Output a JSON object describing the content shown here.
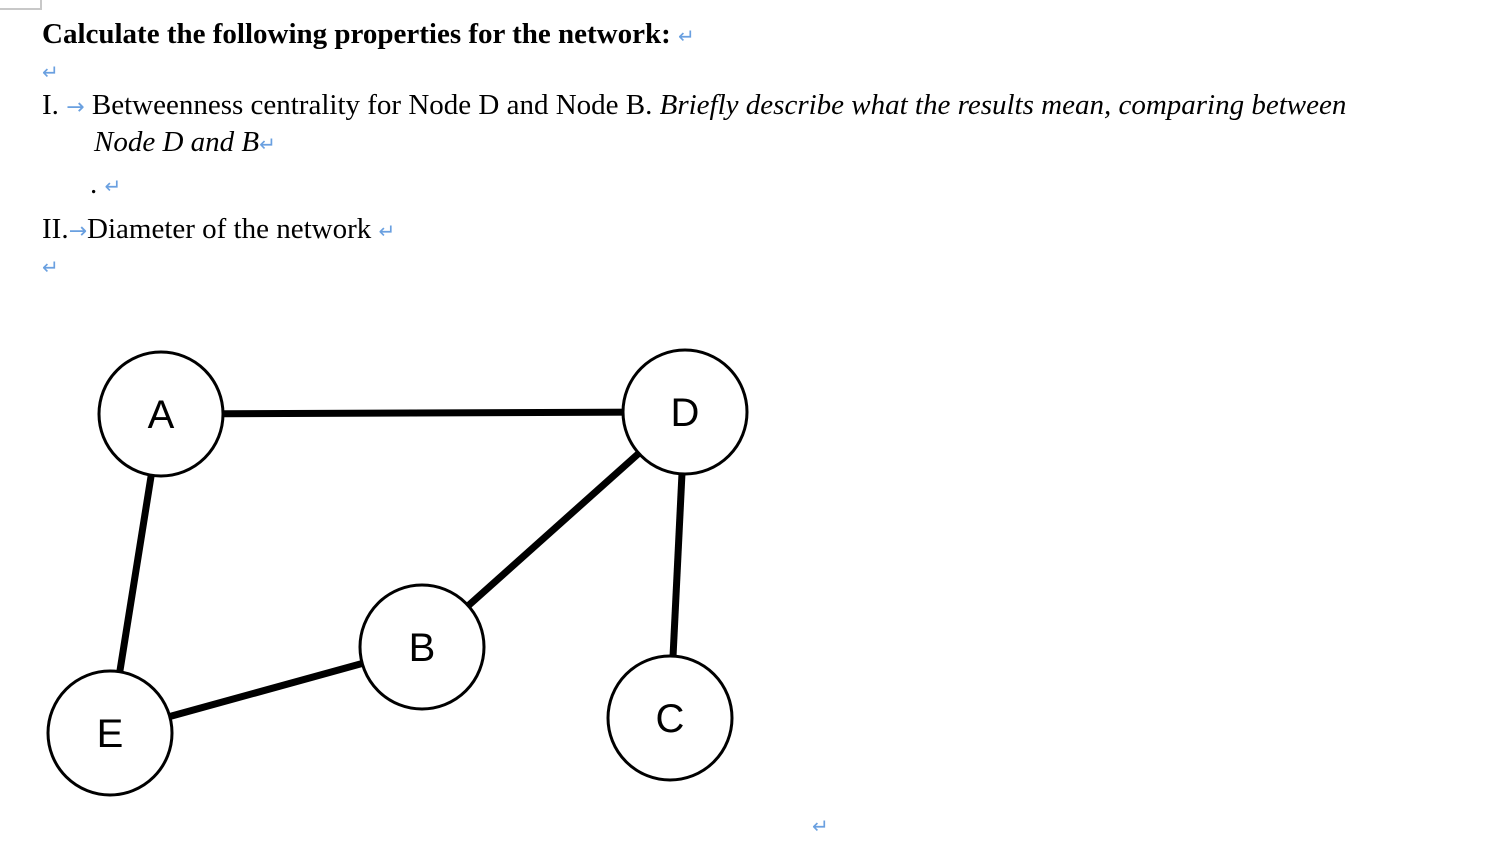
{
  "heading": {
    "text": "Calculate the following properties for the network:",
    "mark": "↵"
  },
  "blank_mark_1": "↵",
  "item1": {
    "number": "I.",
    "arrow": "→",
    "plain_text": "Betweenness centrality for Node D and Node B.",
    "italic_text_1": "Briefly describe what the results mean, comparing between",
    "italic_text_2": "Node D and B",
    "mark": "↵"
  },
  "dot_line": {
    "text": ".",
    "mark": "↵"
  },
  "item2": {
    "number": "II.",
    "arrow": "→",
    "text": "Diameter of the network",
    "mark": "↵"
  },
  "blank_mark_2": "↵",
  "network": {
    "nodes": [
      "A",
      "D",
      "B",
      "E",
      "C"
    ],
    "edges": [
      [
        "A",
        "D"
      ],
      [
        "A",
        "E"
      ],
      [
        "D",
        "B"
      ],
      [
        "D",
        "C"
      ],
      [
        "B",
        "E"
      ]
    ]
  },
  "end_mark": "↵",
  "colors": {
    "formatting_marks": "#6aa0e0",
    "text": "#000000"
  }
}
